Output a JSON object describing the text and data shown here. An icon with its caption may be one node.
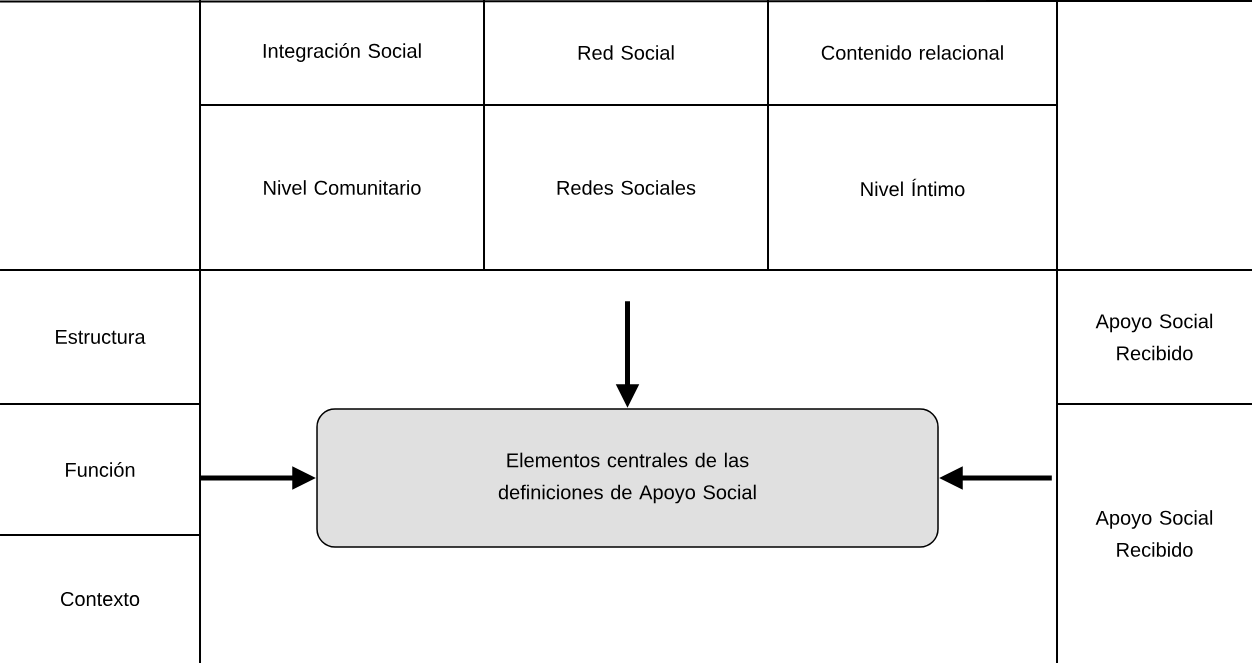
{
  "diagram": {
    "nodes": [
      {
        "text": [
          "Integración Social"
        ]
      },
      {
        "text": [
          "Red Social"
        ]
      },
      {
        "text": [
          "Contenido relacional"
        ]
      },
      {
        "text": [
          "Nivel Comunitario"
        ]
      },
      {
        "text": [
          "Redes Sociales"
        ]
      },
      {
        "text": [
          "Nivel Íntimo"
        ]
      },
      {
        "text": [
          "Estructura"
        ]
      },
      {
        "text": [
          "Función"
        ]
      },
      {
        "text": [
          "Contexto"
        ]
      },
      {
        "text": [
          "Apoyo Social Recibido"
        ]
      },
      {
        "text": [
          "Apoyo Social Recibido"
        ]
      },
      {
        "text": [
          "Elementos centrales de las definiciones de Apoyo Social"
        ]
      }
    ],
    "edges": [
      {
        "from": null,
        "to": 11,
        "arrow": "to"
      },
      {
        "from": 7,
        "to": 11,
        "arrow": "to"
      },
      {
        "from": 10,
        "to": 11,
        "arrow": "to"
      }
    ]
  }
}
